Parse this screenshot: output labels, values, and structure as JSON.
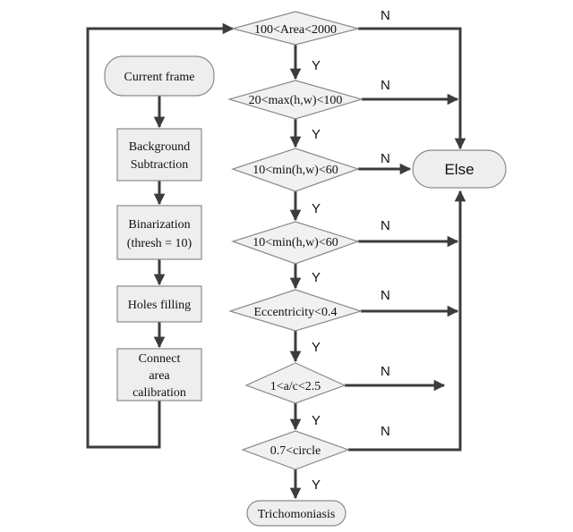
{
  "left_chain": [
    {
      "lines": [
        "Current frame"
      ]
    },
    {
      "lines": [
        "Background",
        "Subtraction"
      ]
    },
    {
      "lines": [
        "Binarization",
        "(thresh = 10)"
      ]
    },
    {
      "lines": [
        "Holes filling"
      ]
    },
    {
      "lines": [
        "Connect",
        "area",
        "calibration"
      ]
    }
  ],
  "decisions": [
    "100<Area<2000",
    "20<max(h,w)<100",
    "10<min(h,w)<60",
    "10<min(h,w)<60",
    "Eccentricity<0.4",
    "1<a/c<2.5",
    "0.7<circle"
  ],
  "yes_label": "Y",
  "no_label": "N",
  "else_label": "Else",
  "end_label": "Trichomoniasis"
}
